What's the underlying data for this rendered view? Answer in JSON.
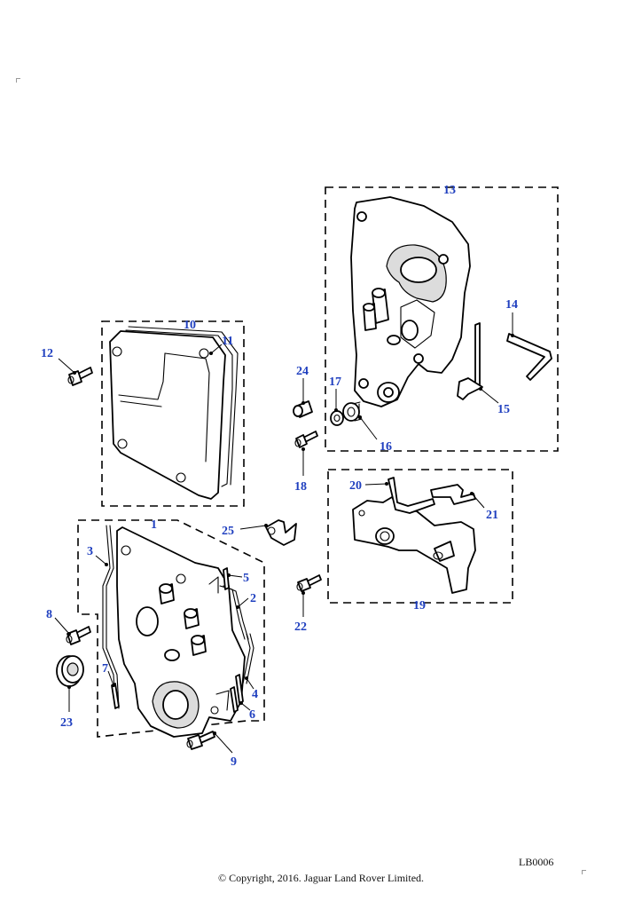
{
  "diagram": {
    "reference_code": "LB0006",
    "copyright": "© Copyright, 2016. Jaguar Land Rover Limited.",
    "callouts": [
      "1",
      "2",
      "3",
      "4",
      "5",
      "6",
      "7",
      "8",
      "9",
      "10",
      "11",
      "12",
      "13",
      "14",
      "15",
      "16",
      "17",
      "18",
      "19",
      "20",
      "21",
      "22",
      "23",
      "24",
      "25"
    ]
  }
}
